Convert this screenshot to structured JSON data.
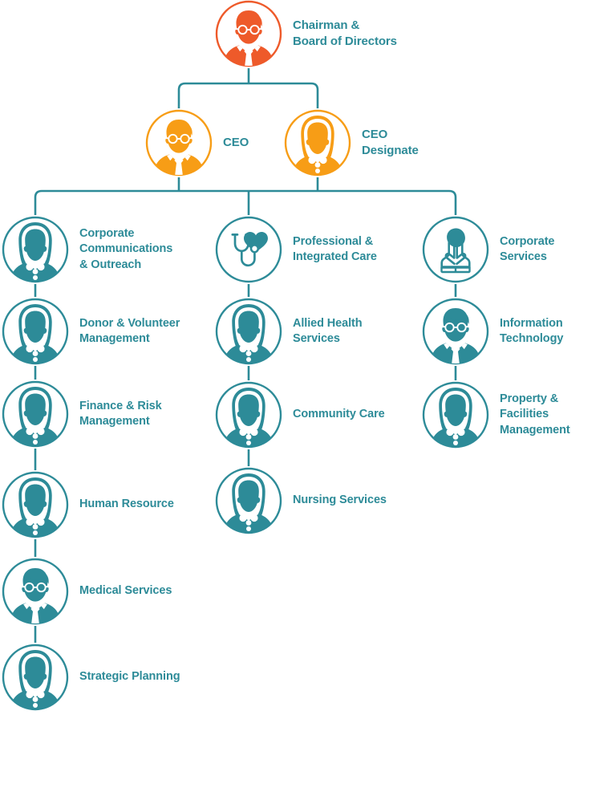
{
  "chart_data": {
    "type": "diagram",
    "diagram_type": "organizational-chart",
    "title": "",
    "colors": {
      "teal": "#2d8b98",
      "teal_text": "#2d8b98",
      "orange": "#f79d16",
      "orange_red": "#ee5a2a",
      "background": "#ffffff",
      "connector": "#2d8b98"
    },
    "levels": [
      {
        "level": 1,
        "nodes": [
          {
            "id": "chairman",
            "label": "Chairman &\nBoard of Directors",
            "color": "#ee5a2a",
            "icon": "male-glasses-avatar-icon"
          }
        ]
      },
      {
        "level": 2,
        "nodes": [
          {
            "id": "ceo",
            "label": "CEO",
            "color": "#f79d16",
            "icon": "male-glasses-avatar-icon"
          },
          {
            "id": "ceo-designate",
            "label": "CEO\nDesignate",
            "color": "#f79d16",
            "icon": "female-avatar-icon"
          }
        ]
      },
      {
        "level": 3,
        "columns": [
          {
            "id": "column-left",
            "nodes": [
              {
                "id": "corporate-communications-outreach",
                "label": "Corporate\nCommunications\n& Outreach",
                "icon": "female-avatar-icon"
              },
              {
                "id": "donor-volunteer-management",
                "label": "Donor & Volunteer\nManagement",
                "icon": "female-avatar-icon"
              },
              {
                "id": "finance-risk-management",
                "label": "Finance & Risk\nManagement",
                "icon": "female-avatar-icon"
              },
              {
                "id": "human-resource",
                "label": "Human Resource",
                "icon": "female-avatar-icon"
              },
              {
                "id": "medical-services",
                "label": "Medical Services",
                "icon": "male-glasses-avatar-icon"
              },
              {
                "id": "strategic-planning",
                "label": "Strategic Planning",
                "icon": "female-avatar-icon"
              }
            ]
          },
          {
            "id": "column-middle",
            "nodes": [
              {
                "id": "professional-integrated-care",
                "label": "Professional &\nIntegrated Care",
                "icon": "stethoscope-heart-icon"
              },
              {
                "id": "allied-health-services",
                "label": "Allied Health\nServices",
                "icon": "female-avatar-icon"
              },
              {
                "id": "community-care",
                "label": "Community Care",
                "icon": "female-avatar-icon"
              },
              {
                "id": "nursing-services",
                "label": "Nursing Services",
                "icon": "female-avatar-icon"
              }
            ]
          },
          {
            "id": "column-right",
            "nodes": [
              {
                "id": "corporate-services",
                "label": "Corporate\nServices",
                "icon": "caring-hands-icon"
              },
              {
                "id": "information-technology",
                "label": "Information\nTechnology",
                "icon": "male-glasses-avatar-icon"
              },
              {
                "id": "property-facilities-management",
                "label": "Property &\nFacilities\nManagement",
                "icon": "female-avatar-icon"
              }
            ]
          }
        ]
      }
    ]
  },
  "nodes": {
    "chairman": {
      "label": "Chairman &\nBoard of Directors"
    },
    "ceo": {
      "label": "CEO"
    },
    "ceo_designate": {
      "label": "CEO\nDesignate"
    },
    "corporate_communications": {
      "label": "Corporate\nCommunications\n& Outreach"
    },
    "donor_volunteer": {
      "label": "Donor & Volunteer\nManagement"
    },
    "finance_risk": {
      "label": "Finance & Risk\nManagement"
    },
    "human_resource": {
      "label": "Human Resource"
    },
    "medical_services": {
      "label": "Medical Services"
    },
    "strategic_planning": {
      "label": "Strategic Planning"
    },
    "professional_integrated_care": {
      "label": "Professional &\nIntegrated Care"
    },
    "allied_health": {
      "label": "Allied Health\nServices"
    },
    "community_care": {
      "label": "Community Care"
    },
    "nursing_services": {
      "label": "Nursing Services"
    },
    "corporate_services": {
      "label": "Corporate\nServices"
    },
    "information_technology": {
      "label": "Information\nTechnology"
    },
    "property_facilities": {
      "label": "Property &\nFacilities\nManagement"
    }
  }
}
